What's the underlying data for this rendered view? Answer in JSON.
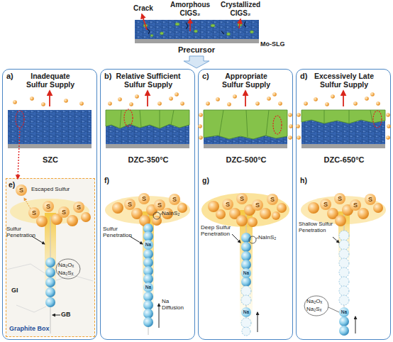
{
  "diagram": {
    "nodes": [
      {
        "text": [
          "a)",
          "Inadequate Sulfur Supply",
          "SZC"
        ]
      },
      {
        "text": [
          "e)",
          "Graphite Box"
        ],
        "in": 0
      },
      {
        "text": [
          "b)",
          "Relative Sufficient Sulfur Supply",
          "DZC-350°C",
          "f)"
        ]
      },
      {
        "text": [
          "c)",
          "Appropriate Sulfur Supply",
          "DZC-500°C",
          "g)"
        ]
      },
      {
        "text": [
          "d)",
          "Excessively Late Sulfur Supply",
          "DZC-650°C",
          "h)"
        ]
      }
    ],
    "labels": [
      "Crack",
      "Amorphous CIGS₂",
      "Crystallized CIGS₂",
      "Mo-SLG",
      "Precursor",
      "Escaped Sulfur",
      "S",
      "S",
      "S",
      "S",
      "S",
      "Sulfur Penetration",
      "Na₂Oₓ",
      "Na₂Sₓ",
      "GI",
      "GB",
      "S",
      "S",
      "S",
      "S",
      "Sulfur Penetration",
      "NaInS₂",
      "Na",
      "Na",
      "Na Diffusion",
      "S",
      "S",
      "S",
      "S",
      "Deep Sulfur Penetration",
      "NaInS₂",
      "Na",
      "Na",
      "S",
      "S",
      "S",
      "S",
      "Shallow Sulfur Penetration",
      "Na",
      "Na₂Oₓ",
      "Na₂Sₓ"
    ]
  }
}
